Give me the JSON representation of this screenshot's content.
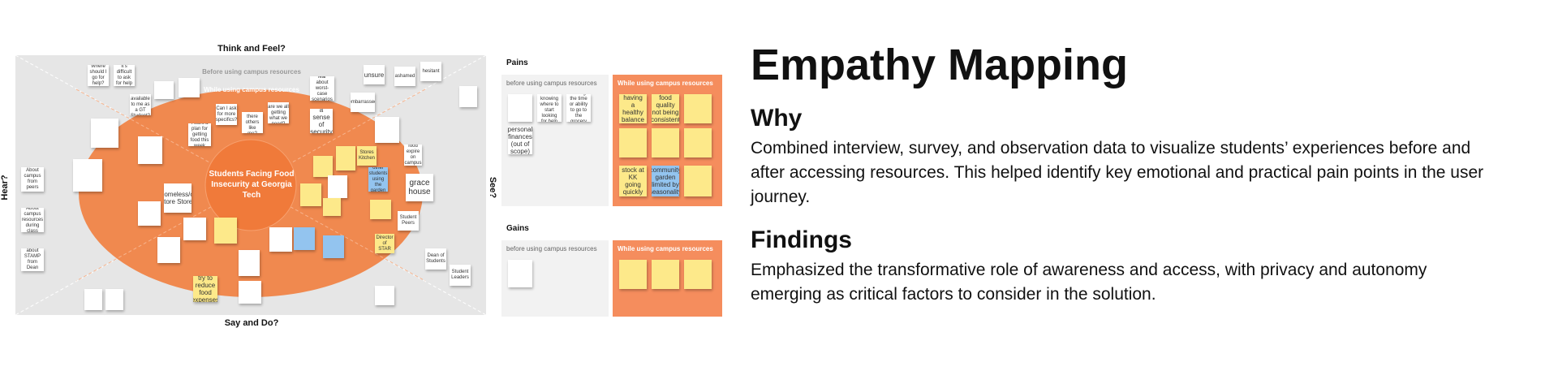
{
  "map": {
    "top_label": "Think and Feel?",
    "bottom_label": "Say and Do?",
    "left_label": "Hear?",
    "right_label": "See?",
    "before_label": "Before using campus resources",
    "while_label": "While using campus resources",
    "center_label": "Students Facing Food Insecurity at Georgia Tech",
    "notes": {
      "n1": "Where should I go for help?",
      "n2": "It's difficult to ask for help",
      "n3": "Who's available to me as a GT Student?",
      "n4": "Can I ask for more specifics?",
      "n5": "Are there others like me?",
      "n6": "Consumers are we all getting what we need?",
      "n7": "a sense of security",
      "n8": "fear about worst-case scenarios",
      "n9": "unsure",
      "n10": "ashamed",
      "n11": "hesitant",
      "n12": "embarrassed",
      "n13": "I want a plan for getting food this week",
      "n14": "About campus from peers",
      "n15": "About campus resources during class",
      "n16": "about STAMP from Dean",
      "n17": "Homeless/or Store Stores",
      "n18": "grace house",
      "n19": "Student Peers",
      "n20": "Director of STAR",
      "n21": "Dean of Students",
      "n22": "Student Leaders",
      "n23": "try to reduce food expenses",
      "n24": "food expire on campus",
      "n25": "Stores Kitchen",
      "n26": "other students using the garden"
    }
  },
  "pains": {
    "title": "Pains",
    "before_label": "before using campus resources",
    "while_label": "While using campus resources",
    "before_notes": [
      "not knowing where to start looking for help",
      "not having the time or ability to go to the grocery store",
      "personal finances (out of scope)"
    ],
    "while_notes": [
      "not having a healthy balance of food",
      "food quality not being consistent",
      "stock at KK going quickly",
      "community garden limited by seasonality"
    ]
  },
  "gains": {
    "title": "Gains",
    "before_label": "before using campus resources",
    "while_label": "While using campus resources"
  },
  "content": {
    "title": "Empathy Mapping",
    "why_heading": "Why",
    "why_text": "Combined interview, survey, and observation data to visualize students’ experiences before and after accessing resources. This helped identify key emotional and practical pain points in the user journey.",
    "findings_heading": "Findings",
    "findings_text": "Emphasized the transformative role of awareness and access, with privacy and autonomy emerging as critical factors to consider in the solution."
  },
  "colors": {
    "outer_gray": "#e6e6e6",
    "orange_ellipse": "#f0894f",
    "center_circle": "#f07a3a",
    "sticky_yellow": "#fde98a",
    "sticky_blue": "#93c4ef",
    "panel_orange": "#f58d5d",
    "panel_gray": "#f2f2f2"
  }
}
